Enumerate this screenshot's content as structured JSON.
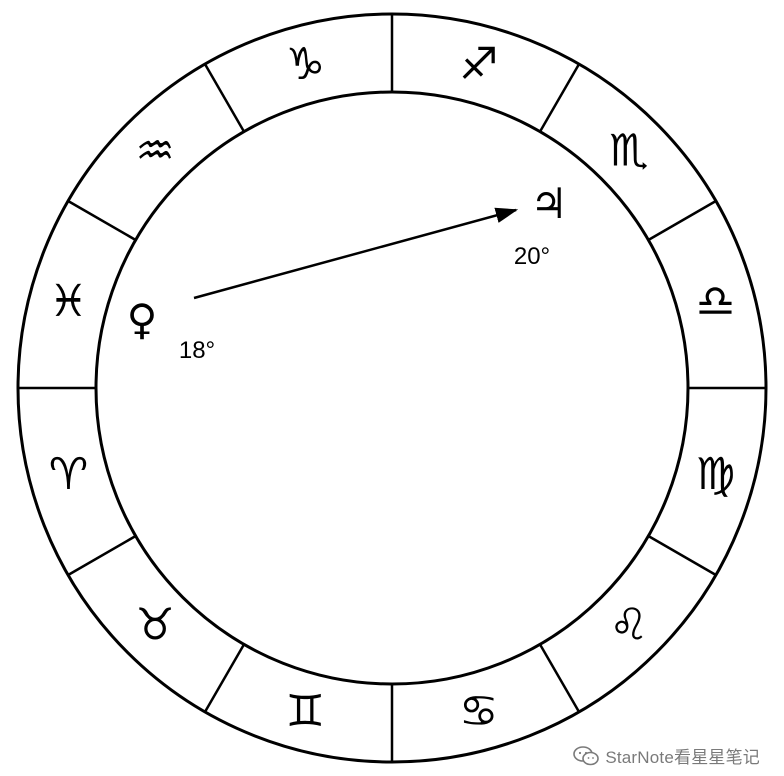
{
  "zodiac_wheel": {
    "signs": [
      {
        "name": "Aries",
        "glyph": "♈"
      },
      {
        "name": "Taurus",
        "glyph": "♉"
      },
      {
        "name": "Gemini",
        "glyph": "♊"
      },
      {
        "name": "Cancer",
        "glyph": "♋"
      },
      {
        "name": "Leo",
        "glyph": "♌"
      },
      {
        "name": "Virgo",
        "glyph": "♍"
      },
      {
        "name": "Libra",
        "glyph": "♎"
      },
      {
        "name": "Scorpio",
        "glyph": "♏"
      },
      {
        "name": "Sagittarius",
        "glyph": "♐"
      },
      {
        "name": "Capricorn",
        "glyph": "♑"
      },
      {
        "name": "Aquarius",
        "glyph": "♒"
      },
      {
        "name": "Pisces",
        "glyph": "♓"
      }
    ],
    "planets": {
      "venus": {
        "glyph": "♀",
        "degree": "18°",
        "sign": "Pisces"
      },
      "jupiter": {
        "glyph": "♃",
        "degree": "20°",
        "sign": "Scorpio"
      }
    },
    "aspect_arrow": {
      "from": "venus",
      "to": "jupiter"
    }
  },
  "watermark": {
    "text": "StarNote看星星笔记",
    "icon": "wechat-icon",
    "color": "#7a7a7a"
  }
}
